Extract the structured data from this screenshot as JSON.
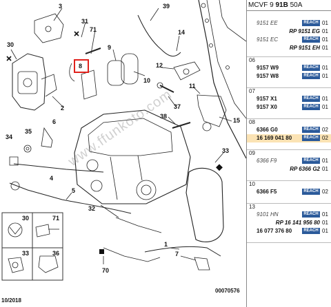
{
  "header": {
    "model_prefix": "MCVF 9",
    "model_bold": "91B",
    "model_suffix": "50A"
  },
  "diagram": {
    "watermark": "www.ffunkoto.com",
    "footer_left": "10/2018",
    "footer_right": "00070576",
    "callouts": {
      "c3": "3",
      "c39": "39",
      "c31": "31",
      "c71": "71",
      "c14": "14",
      "c30": "30",
      "c8": "8",
      "c9": "9",
      "c10": "10",
      "c12": "12",
      "c2": "2",
      "c37": "37",
      "c11": "11",
      "c38": "38",
      "c15": "15",
      "c35": "35",
      "c6": "6",
      "c34": "34",
      "c33a": "33",
      "c4": "4",
      "c5": "5",
      "c32": "32",
      "c1": "1",
      "c7": "7",
      "c70": "70",
      "t30": "30",
      "t71": "71",
      "t33": "33",
      "t36": "36"
    },
    "highlighted_callout": "8"
  },
  "parts_list": {
    "groups": [
      {
        "num": "",
        "rows": [
          {
            "code": "9151 EE",
            "style": "it",
            "reach": "REACH",
            "qty": "01"
          },
          {
            "code": "RP 9151 EG",
            "style": "sub",
            "reach": "",
            "qty": "01"
          },
          {
            "code": "9151 EC",
            "style": "it",
            "reach": "REACH",
            "qty": "01"
          },
          {
            "code": "RP 9151 EH",
            "style": "sub",
            "reach": "",
            "qty": "01"
          }
        ]
      },
      {
        "num": "06",
        "rows": [
          {
            "code": "9157 W9",
            "style": "bold",
            "reach": "REACH",
            "qty": "01"
          },
          {
            "code": "9157 W8",
            "style": "bold",
            "reach": "REACH",
            "qty": "01"
          }
        ]
      },
      {
        "num": "07",
        "rows": [
          {
            "code": "9157 X1",
            "style": "bold",
            "reach": "REACH",
            "qty": "01"
          },
          {
            "code": "9157 X0",
            "style": "bold",
            "reach": "REACH",
            "qty": "01"
          }
        ]
      },
      {
        "num": "08",
        "rows": [
          {
            "code": "6366 G0",
            "style": "bold",
            "reach": "REACH",
            "qty": "02"
          },
          {
            "code": "16 169 041 80",
            "style": "bold",
            "reach": "REACH",
            "qty": "02",
            "highlight": true
          }
        ]
      },
      {
        "num": "09",
        "rows": [
          {
            "code": "6366 F9",
            "style": "it",
            "reach": "REACH",
            "qty": "01"
          },
          {
            "code": "RP 6366 G2",
            "style": "sub",
            "reach": "",
            "qty": "01"
          }
        ]
      },
      {
        "num": "10",
        "rows": [
          {
            "code": "6366 F5",
            "style": "bold",
            "reach": "REACH",
            "qty": "02"
          }
        ]
      },
      {
        "num": "13",
        "rows": [
          {
            "code": "9101 HN",
            "style": "it",
            "reach": "REACH",
            "qty": "01"
          },
          {
            "code": "RP 16 141 956 80",
            "style": "sub",
            "reach": "",
            "qty": "01"
          },
          {
            "code": "16 077 376 80",
            "style": "bold",
            "reach": "REACH",
            "qty": "01"
          }
        ]
      }
    ]
  }
}
